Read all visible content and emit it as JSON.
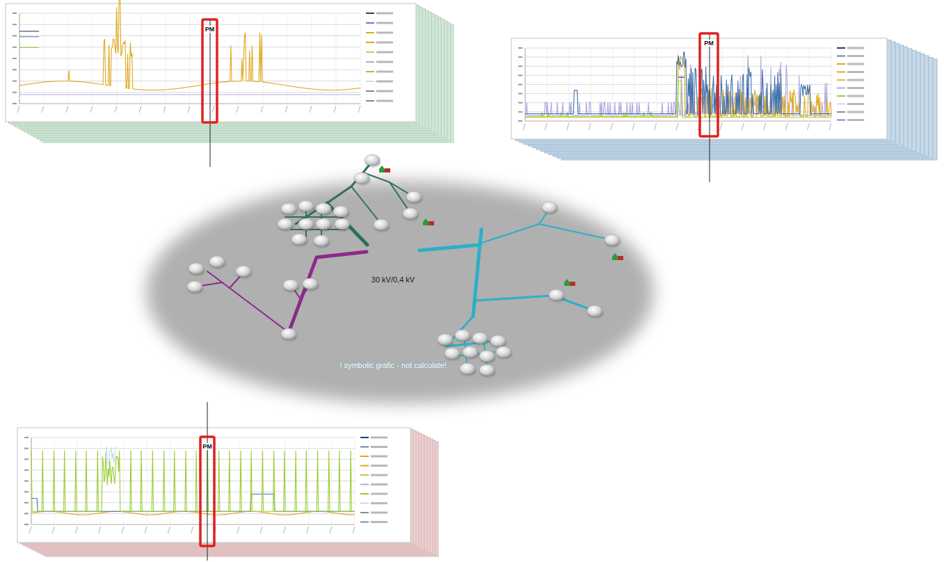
{
  "diagram": {
    "nodes": [
      {
        "text": [
          "! symbolic grafic - not calculate!"
        ]
      },
      {
        "text": [
          "30 kV/0,4 kV"
        ],
        "in": 0
      }
    ],
    "labels": [
      "PM",
      "PM",
      "PM"
    ]
  }
}
